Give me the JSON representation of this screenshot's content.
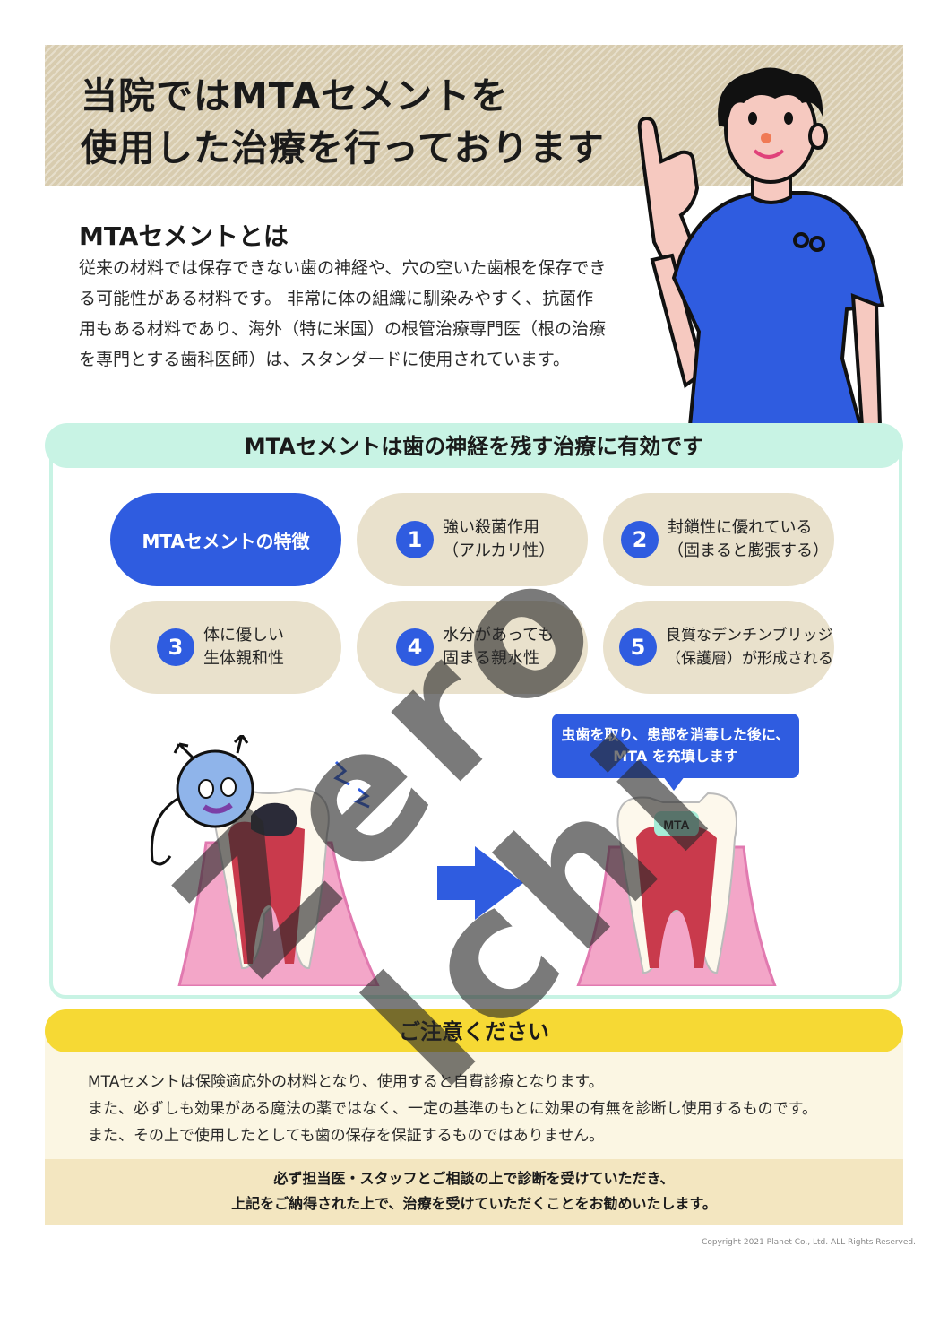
{
  "header": {
    "title_line1": "当院ではMTAセメントを",
    "title_line2": "使用した治療を行っております"
  },
  "intro": {
    "heading": "MTAセメントとは",
    "body": "従来の材料では保存できない歯の神経や、穴の空いた歯根を保存できる可能性がある材料です。 非常に体の組織に馴染みやすく、抗菌作用もある材料であり、海外（特に米国）の根管治療専門医（根の治療を専門とする歯科医師）は、スタンダードに使用されています。"
  },
  "character_badge": "oo",
  "features": {
    "heading": "MTAセメントは歯の神経を残す治療に有効です",
    "main_label": "MTAセメントの特徴",
    "items": [
      {
        "num": "1",
        "line1": "強い殺菌作用",
        "line2": "（アルカリ性）"
      },
      {
        "num": "2",
        "line1": "封鎖性に優れている",
        "line2": "（固まると膨張する）"
      },
      {
        "num": "3",
        "line1": "体に優しい",
        "line2": "生体親和性"
      },
      {
        "num": "4",
        "line1": "水分があっても",
        "line2": "固まる親水性"
      },
      {
        "num": "5",
        "line1": "良質なデンチンブリッジ",
        "line2": "（保護層）が形成される"
      }
    ]
  },
  "illustration": {
    "speech_line1": "虫歯を取り、患部を消毒した後に、",
    "speech_line2": "MTA を充填します",
    "filling_label": "MTA"
  },
  "caution": {
    "heading": "ご注意ください",
    "lines": [
      "MTAセメントは保険適応外の材料となり、使用すると自費診療となります。",
      "また、必ずしも効果がある魔法の薬ではなく、一定の基準のもとに効果の有無を診断し使用するものです。",
      "また、その上で使用したとしても歯の保存を保証するものではありません。"
    ],
    "advice_line1": "必ず担当医・スタッフとご相談の上で診断を受けていただき、",
    "advice_line2": "上記をご納得された上で、治療を受けていただくことをお勧めいたします。"
  },
  "copyright": "Copyright 2021 Planet Co., Ltd. ALL Rights Reserved.",
  "watermark": "Zero Ichi",
  "colors": {
    "accent_blue": "#2f5ce0",
    "mint": "#c8f3e4",
    "beige": "#e9e1cc",
    "yellow": "#f6d934",
    "header_tan": "#d8ccaf"
  }
}
